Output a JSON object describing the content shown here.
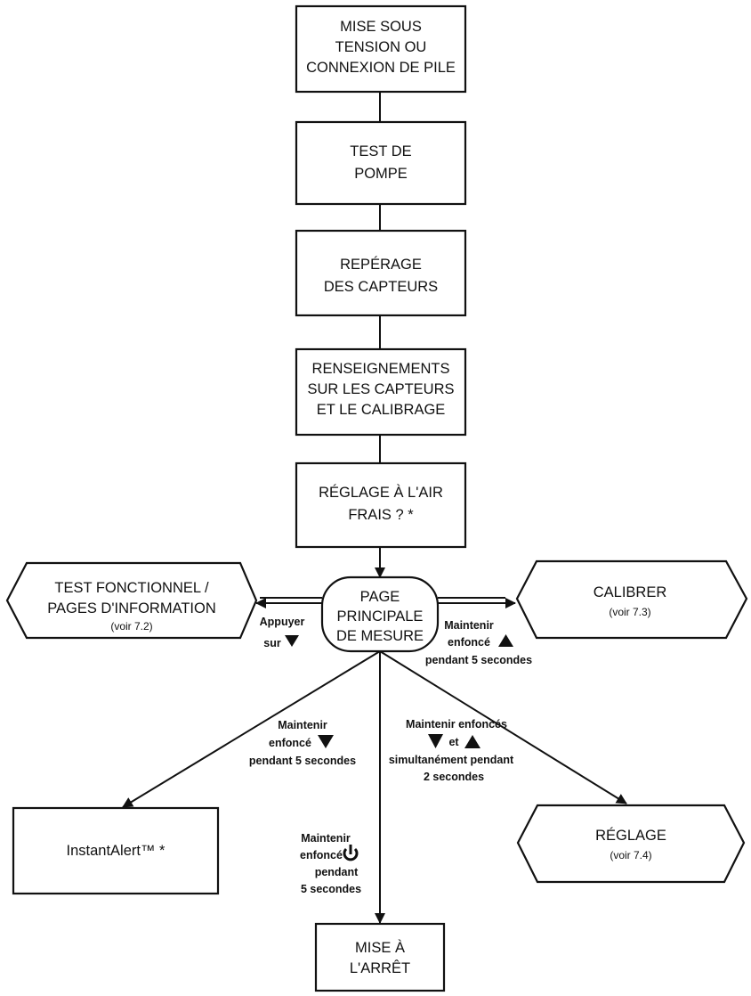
{
  "nodes": {
    "power_on": [
      "MISE SOUS",
      "TENSION OU",
      "CONNEXION DE PILE"
    ],
    "pump_test": [
      "TEST DE",
      "POMPE"
    ],
    "sensor_detect": [
      "REPÉRAGE",
      "DES CAPTEURS"
    ],
    "sensor_info": [
      "RENSEIGNEMENTS",
      "SUR LES CAPTEURS",
      "ET LE CALIBRAGE"
    ],
    "fresh_air": [
      "RÉGLAGE À L'AIR",
      "FRAIS ? *"
    ],
    "main_page": [
      "PAGE",
      "PRINCIPALE",
      "DE MESURE"
    ],
    "bump_test": {
      "lines": [
        "TEST FONCTIONNEL /",
        "PAGES D'INFORMATION"
      ],
      "ref": "(voir 7.2)"
    },
    "calibrate": {
      "lines": [
        "CALIBRER"
      ],
      "ref": "(voir 7.3)"
    },
    "instant_alert": [
      "InstantAlert™ *"
    ],
    "settings": {
      "lines": [
        "RÉGLAGE"
      ],
      "ref": "(voir 7.4)"
    },
    "power_off": [
      "MISE À",
      "L'ARRÊT"
    ]
  },
  "edges": {
    "to_bump_test": {
      "line1": "Appuyer",
      "line2": "sur",
      "button_icon": "down-triangle-icon"
    },
    "to_calibrate": {
      "line1": "Maintenir",
      "line2": "enfoncé",
      "line3": "pendant 5 secondes",
      "button_icon": "up-triangle-icon"
    },
    "to_instant_alert": {
      "line1": "Maintenir",
      "line2": "enfoncé",
      "line3": "pendant 5 secondes",
      "button_icon": "down-triangle-icon"
    },
    "to_power_off": {
      "line1": "Maintenir",
      "line2": "enfoncé",
      "line3": "pendant",
      "line4": "5 secondes",
      "button_icon": "power-icon"
    },
    "to_settings": {
      "line1": "Maintenir enfoncés",
      "line2": "et",
      "line3": "simultanément pendant",
      "line4": "2 secondes",
      "button_icons": [
        "down-triangle-icon",
        "up-triangle-icon"
      ]
    }
  }
}
